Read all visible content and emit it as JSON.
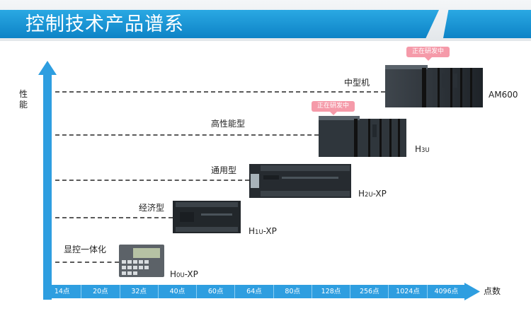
{
  "header": {
    "title": "控制技术产品谱系"
  },
  "y_axis": {
    "label": "性能"
  },
  "x_axis": {
    "label": "点数",
    "ticks": [
      "14点",
      "20点",
      "32点",
      "40点",
      "60点",
      "64点",
      "80点",
      "128点",
      "256点",
      "1024点",
      "4096点"
    ]
  },
  "badge_text": "正在研发中",
  "levels": [
    {
      "category": "中型机",
      "model": "AM600"
    },
    {
      "category": "高性能型",
      "model_main": "H",
      "model_sub": "3U"
    },
    {
      "category": "通用型",
      "model_main": "H",
      "model_sub": "2U",
      "model_suffix": "-XP"
    },
    {
      "category": "经济型",
      "model_main": "H",
      "model_sub": "1U",
      "model_suffix": "-XP"
    },
    {
      "category": "显控一体化",
      "model_main": "H",
      "model_sub": "0U",
      "model_suffix": "-XP"
    }
  ],
  "colors": {
    "header_blue": "#0d83c6",
    "axis_blue": "#2e9ee0",
    "badge_pink": "#f59aa9"
  }
}
